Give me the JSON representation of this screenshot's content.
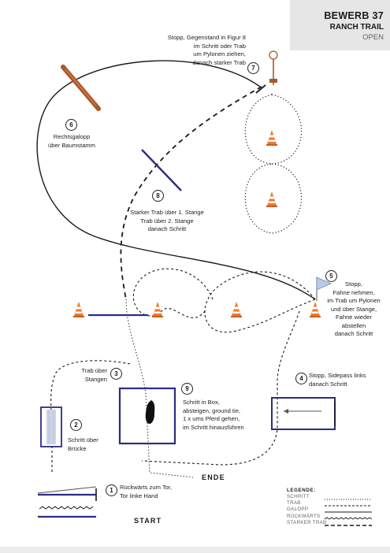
{
  "header": {
    "title": "BEWERB 37",
    "subtitle": "RANCH TRAIL",
    "division": "OPEN"
  },
  "obstacles": [
    {
      "number": "1",
      "text": "Rückwärts zum Tor,\nTor linke Hand"
    },
    {
      "number": "2",
      "text": "Schritt über\nBrücke"
    },
    {
      "number": "3",
      "text": "Trab über\nStangen"
    },
    {
      "number": "4",
      "text": "Stopp, Sidepass links\ndanach Schritt"
    },
    {
      "number": "5",
      "text": "Stopp,\nFahne nehmen,\nim Trab um Pylonen\nund über Stange,\nFahne wieder\nabstellen\ndanach Schritt"
    },
    {
      "number": "6",
      "text": "Rechtsgalopp\nüber Baumstamm"
    },
    {
      "number": "7",
      "text": "Stopp, Gegenstand in Figur 8\nim Schritt oder Trab\num Pylonen ziehen,\ndanach starker Trab"
    },
    {
      "number": "8",
      "text": "Starker Trab über 1. Stange\nTrab über 2. Stange\ndanach Schritt"
    },
    {
      "number": "9",
      "text": "Schritt in Box,\nabsteigen, ground tie,\n1 x ums Pferd gehen,\nim Schritt hinausführen"
    }
  ],
  "markers": {
    "start": "START",
    "end": "ENDE"
  },
  "legend": {
    "title": "LEGENDE:",
    "items": [
      {
        "label": "SCHRITT",
        "style": "dotted"
      },
      {
        "label": "TRAB",
        "style": "dashed-fine"
      },
      {
        "label": "GALOPP",
        "style": "solid"
      },
      {
        "label": "RÜCKWÄRTS",
        "style": "zigzag"
      },
      {
        "label": "STARKER TRAB",
        "style": "dashed-bold"
      }
    ]
  },
  "colors": {
    "obstacle_blue": "#2b2d84",
    "cone_orange": "#e8792f",
    "log_brown": "#a8582a",
    "header_bg": "#e6e6e6"
  }
}
